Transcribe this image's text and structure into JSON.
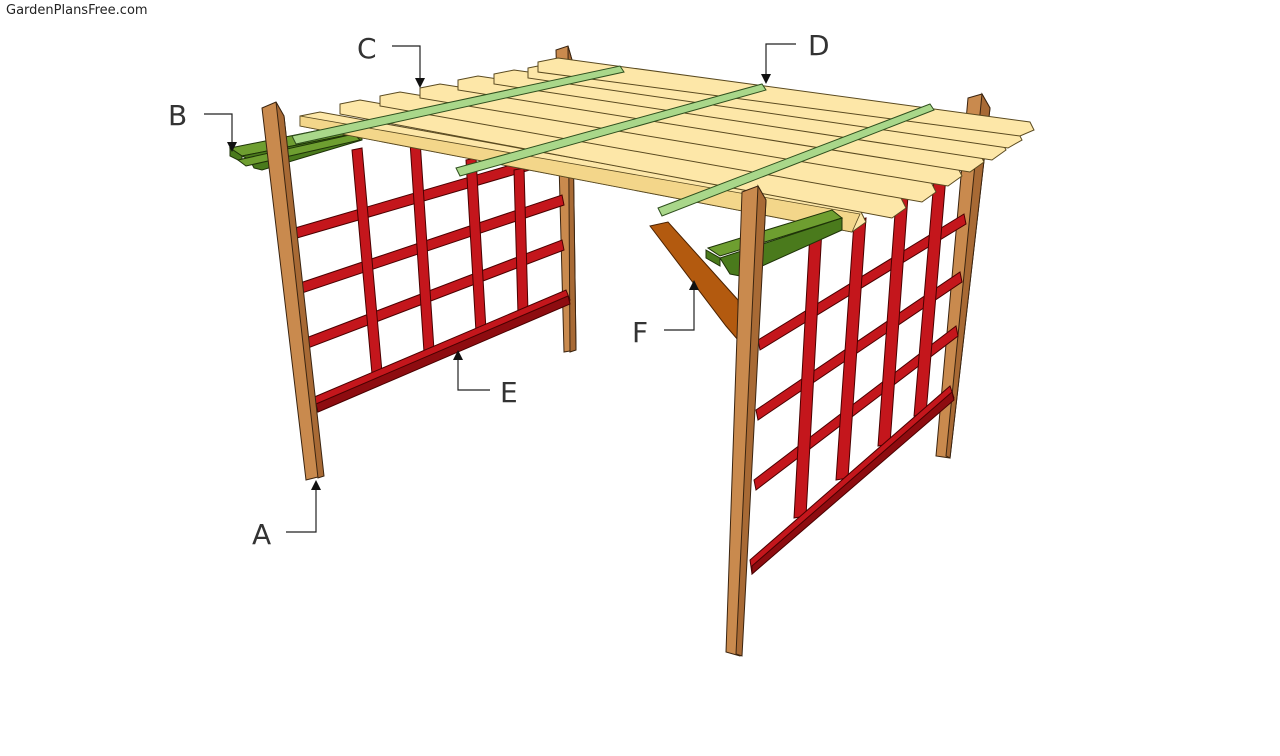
{
  "watermark": "GardenPlansFree.com",
  "labels": {
    "A": "A",
    "B": "B",
    "C": "C",
    "D": "D",
    "E": "E",
    "F": "F"
  },
  "colors": {
    "posts": "#c98a4e",
    "beams": "#4a7a1c",
    "rafters": "#fde7a8",
    "slats": "#a9d78a",
    "trellis": "#c4161c",
    "braces": "#b35a0f"
  }
}
